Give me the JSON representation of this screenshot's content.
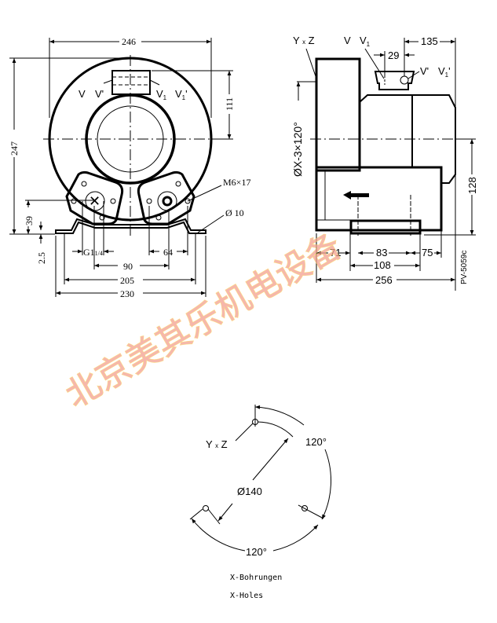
{
  "front_view": {
    "dims": {
      "width_246": "246",
      "height_247": "247",
      "height_111": "111",
      "height_39": "39",
      "thick_2_5": "2.5",
      "thread": "G1",
      "thread_sub": "1/4",
      "d_90": "90",
      "d_64": "64",
      "d_205": "205",
      "d_230": "230",
      "bolt": "M6×17",
      "hole": "Ø 10"
    },
    "labels": {
      "v": "V",
      "v_prime": "V'",
      "v1": "V",
      "v1_sub": "1",
      "v1_prime": "V",
      "v1_prime_sub": "1",
      "v1_prime_mark": "'"
    }
  },
  "side_view": {
    "dims": {
      "d_135": "135",
      "d_29": "29",
      "d_128": "128",
      "d_71": "71",
      "d_83": "83",
      "d_75": "75",
      "d_108": "108",
      "d_256": "256",
      "holes": "ØX-3×120°"
    },
    "labels": {
      "yxz": "Y x Z",
      "v": "V",
      "v1": "V",
      "v1_sub": "1",
      "v_prime": "V'",
      "v1_prime": "V",
      "v1_prime_sub": "1",
      "v1_prime_mark": "'"
    },
    "drawing_code": "PV-5059c"
  },
  "hole_pattern": {
    "yxz": "Y x Z",
    "angle_top": "120°",
    "angle_bottom": "120°",
    "diameter": "Ø140",
    "caption_de": "X-Bohrungen",
    "caption_en": "X-Holes"
  },
  "watermark": "北京美其乐机电设备"
}
